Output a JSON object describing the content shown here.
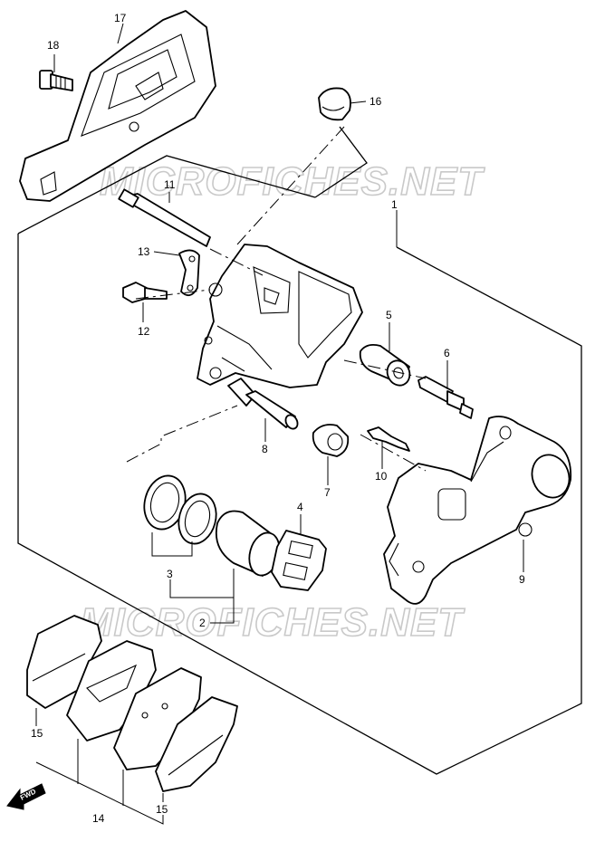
{
  "watermark": "MICROFICHES.NET",
  "fwd_label": "FWD",
  "callouts": {
    "c1": "1",
    "c2": "2",
    "c3": "3",
    "c4": "4",
    "c5": "5",
    "c6": "6",
    "c7": "7",
    "c8": "8",
    "c9": "9",
    "c10": "10",
    "c11": "11",
    "c12": "12",
    "c13": "13",
    "c14": "14",
    "c15a": "15",
    "c15b": "15",
    "c16": "16",
    "c17": "17",
    "c18": "18"
  }
}
